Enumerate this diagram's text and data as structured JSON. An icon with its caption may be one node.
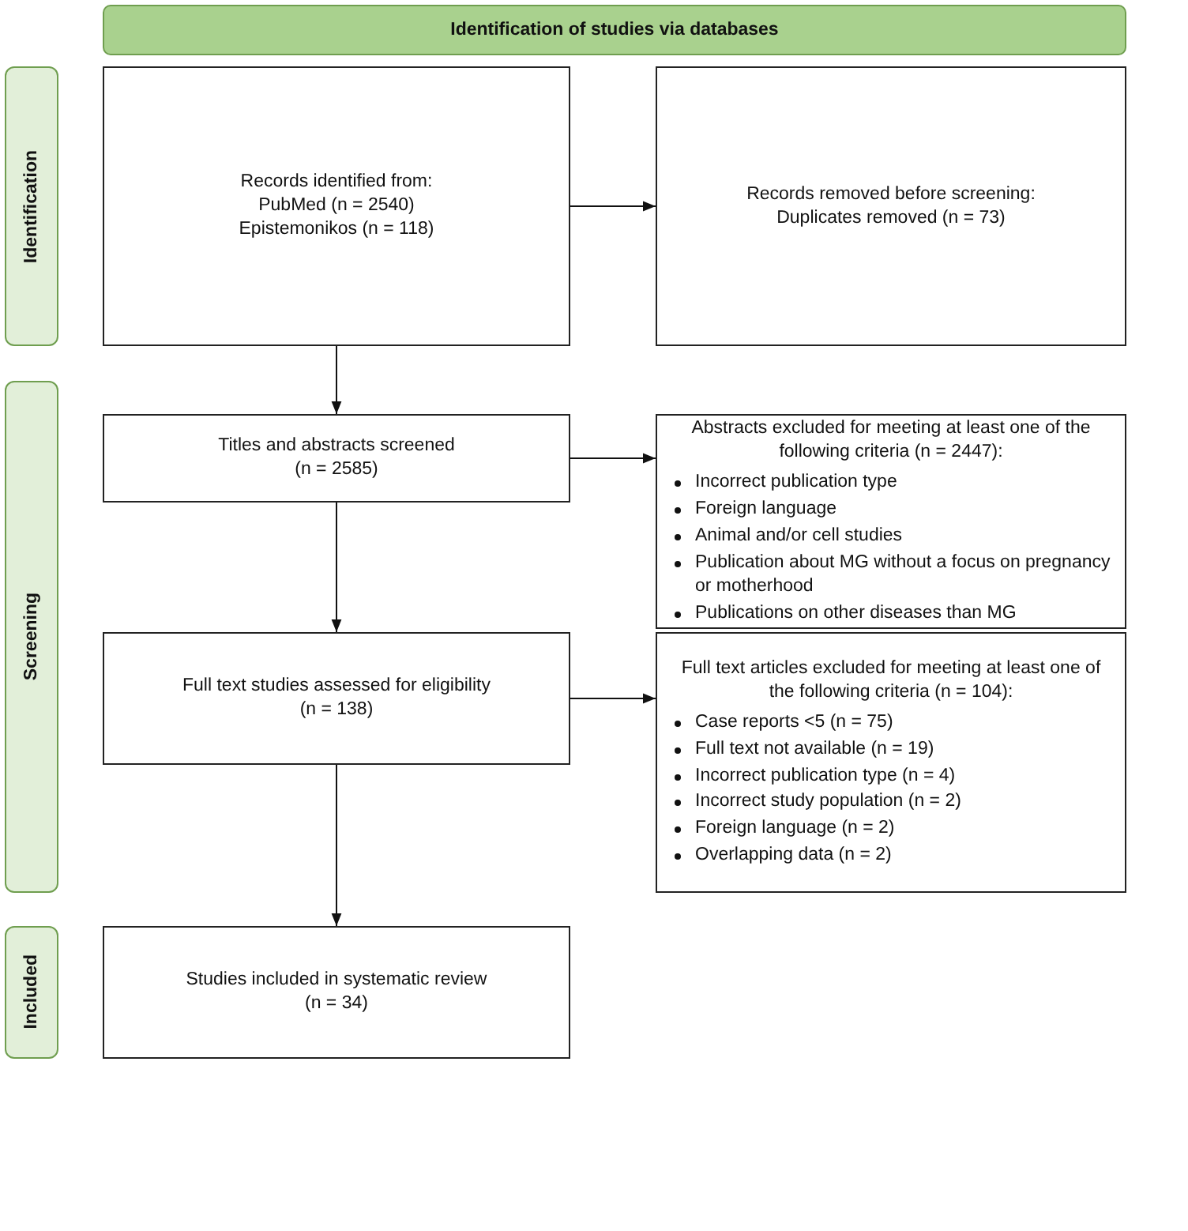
{
  "diagram": {
    "nodes": [
      {
        "text": [
          "Identification of studies via databases"
        ]
      },
      {
        "text": [
          "Identification"
        ]
      },
      {
        "text": [
          "Records identified from:",
          "PubMed (n = 2540)",
          "Epistemonikos (n = 118)"
        ]
      },
      {
        "text": [
          "Records removed before screening:",
          "Duplicates removed (n = 73)"
        ]
      },
      {
        "text": [
          "Screening"
        ]
      },
      {
        "text": [
          "Titles and abstracts screened",
          "(n = 2585)"
        ]
      },
      {
        "text": [
          "Abstracts excluded for meeting at least one of the following criteria (n = 2447):",
          "Incorrect publication type",
          "Foreign language",
          "Animal and/or cell studies",
          "Publication about MG without a focus on pregnancy or motherhood",
          "Publications on other diseases than MG"
        ]
      },
      {
        "text": [
          "Full text studies assessed for eligibility",
          "(n = 138)"
        ]
      },
      {
        "text": [
          "Full text articles excluded for meeting at least one of the following criteria (n = 104):",
          "Case reports <5 (n = 75)",
          "Full text not available (n = 19)",
          "Incorrect publication type (n = 4)",
          "Incorrect study population (n = 2)",
          "Foreign language (n = 2)",
          "Overlapping data (n = 2)"
        ]
      },
      {
        "text": [
          "Included"
        ]
      },
      {
        "text": [
          "Studies included in systematic review",
          "(n = 34)"
        ]
      }
    ],
    "edges": [
      {
        "from": 2,
        "to": 3,
        "arrow": "to"
      },
      {
        "from": 2,
        "to": 5,
        "arrow": "to"
      },
      {
        "from": 5,
        "to": 6,
        "arrow": "to"
      },
      {
        "from": 5,
        "to": 7,
        "arrow": "to"
      },
      {
        "from": 7,
        "to": 8,
        "arrow": "to"
      },
      {
        "from": 7,
        "to": 10,
        "arrow": "to"
      }
    ]
  }
}
